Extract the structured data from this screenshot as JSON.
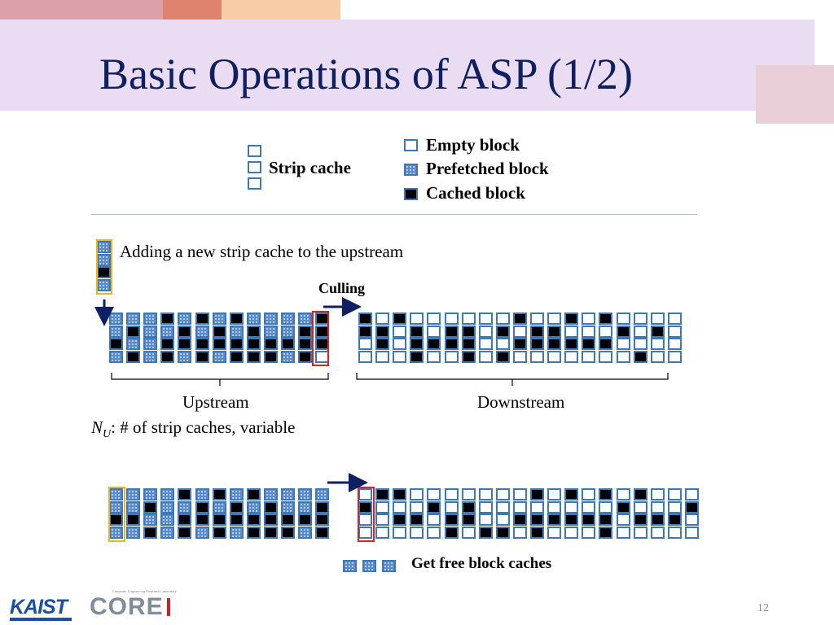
{
  "slide": {
    "title": "Basic Operations of ASP (1/2)",
    "page_number": "12",
    "colors": {
      "title": "#0e2061",
      "block_border": "#3f79b5",
      "highlight_new": "#f2b21b",
      "highlight_cull": "#e02020",
      "arrow": "#0e2061",
      "kaist_blue": "#1b4fa3",
      "core_gray": "#7f8c99",
      "core_red": "#c1262d"
    }
  },
  "legend": {
    "strip_cache_label": "Strip cache",
    "items": [
      {
        "type": "empty",
        "label": "Empty block"
      },
      {
        "type": "prefetched",
        "label": "Prefetched block"
      },
      {
        "type": "cached",
        "label": "Cached block"
      }
    ]
  },
  "step1": {
    "caption": "Adding a new strip cache to the upstream",
    "culling_label": "Culling",
    "new_strip": "PPCP",
    "upstream_label": "Upstream",
    "nu_symbol": "N",
    "nu_subscript": "U",
    "nu_desc": ": # of strip caches, variable",
    "downstream_label": "Downstream",
    "upstream": [
      "PPCP",
      "PCPC",
      "PPPP",
      "CPCC",
      "PCCP",
      "CPCC",
      "PCCP",
      "CPCC",
      "PCCC",
      "PPCC",
      "PPCP",
      "PCCC",
      "CCCE"
    ],
    "downstream": [
      "CCEE",
      "ECCE",
      "CEEE",
      "ECCC",
      "EECE",
      "ECCE",
      "ECCC",
      "EEEE",
      "ECEC",
      "CECE",
      "ECCE",
      "ECCE",
      "CECE",
      "EECE",
      "CECE",
      "ECEE",
      "EEEC",
      "ECEE",
      "EEEE"
    ]
  },
  "step2": {
    "upstream": [
      "PPCP",
      "PPCP",
      "PCPC",
      "PPPP",
      "CPCC",
      "PCCP",
      "CPCC",
      "PCCP",
      "CPCC",
      "PCCC",
      "PPCC",
      "PPCP",
      "PCCC"
    ],
    "downstream": [
      "ECEE",
      "CEEE",
      "CECE",
      "EECE",
      "ECEE",
      "EECC",
      "ECCE",
      "EEEC",
      "EEEC",
      "EECE",
      "CECC",
      "EECE",
      "CECE",
      "EECE",
      "CECC",
      "ECEE",
      "CECE",
      "EECE",
      "EECE",
      "ECEE"
    ],
    "free_label": "Get free block caches",
    "free_count": 3
  },
  "logos": {
    "kaist": "KAIST",
    "core": "CORE",
    "core_subtitle": "Computer Engineering Research Laboratory"
  }
}
